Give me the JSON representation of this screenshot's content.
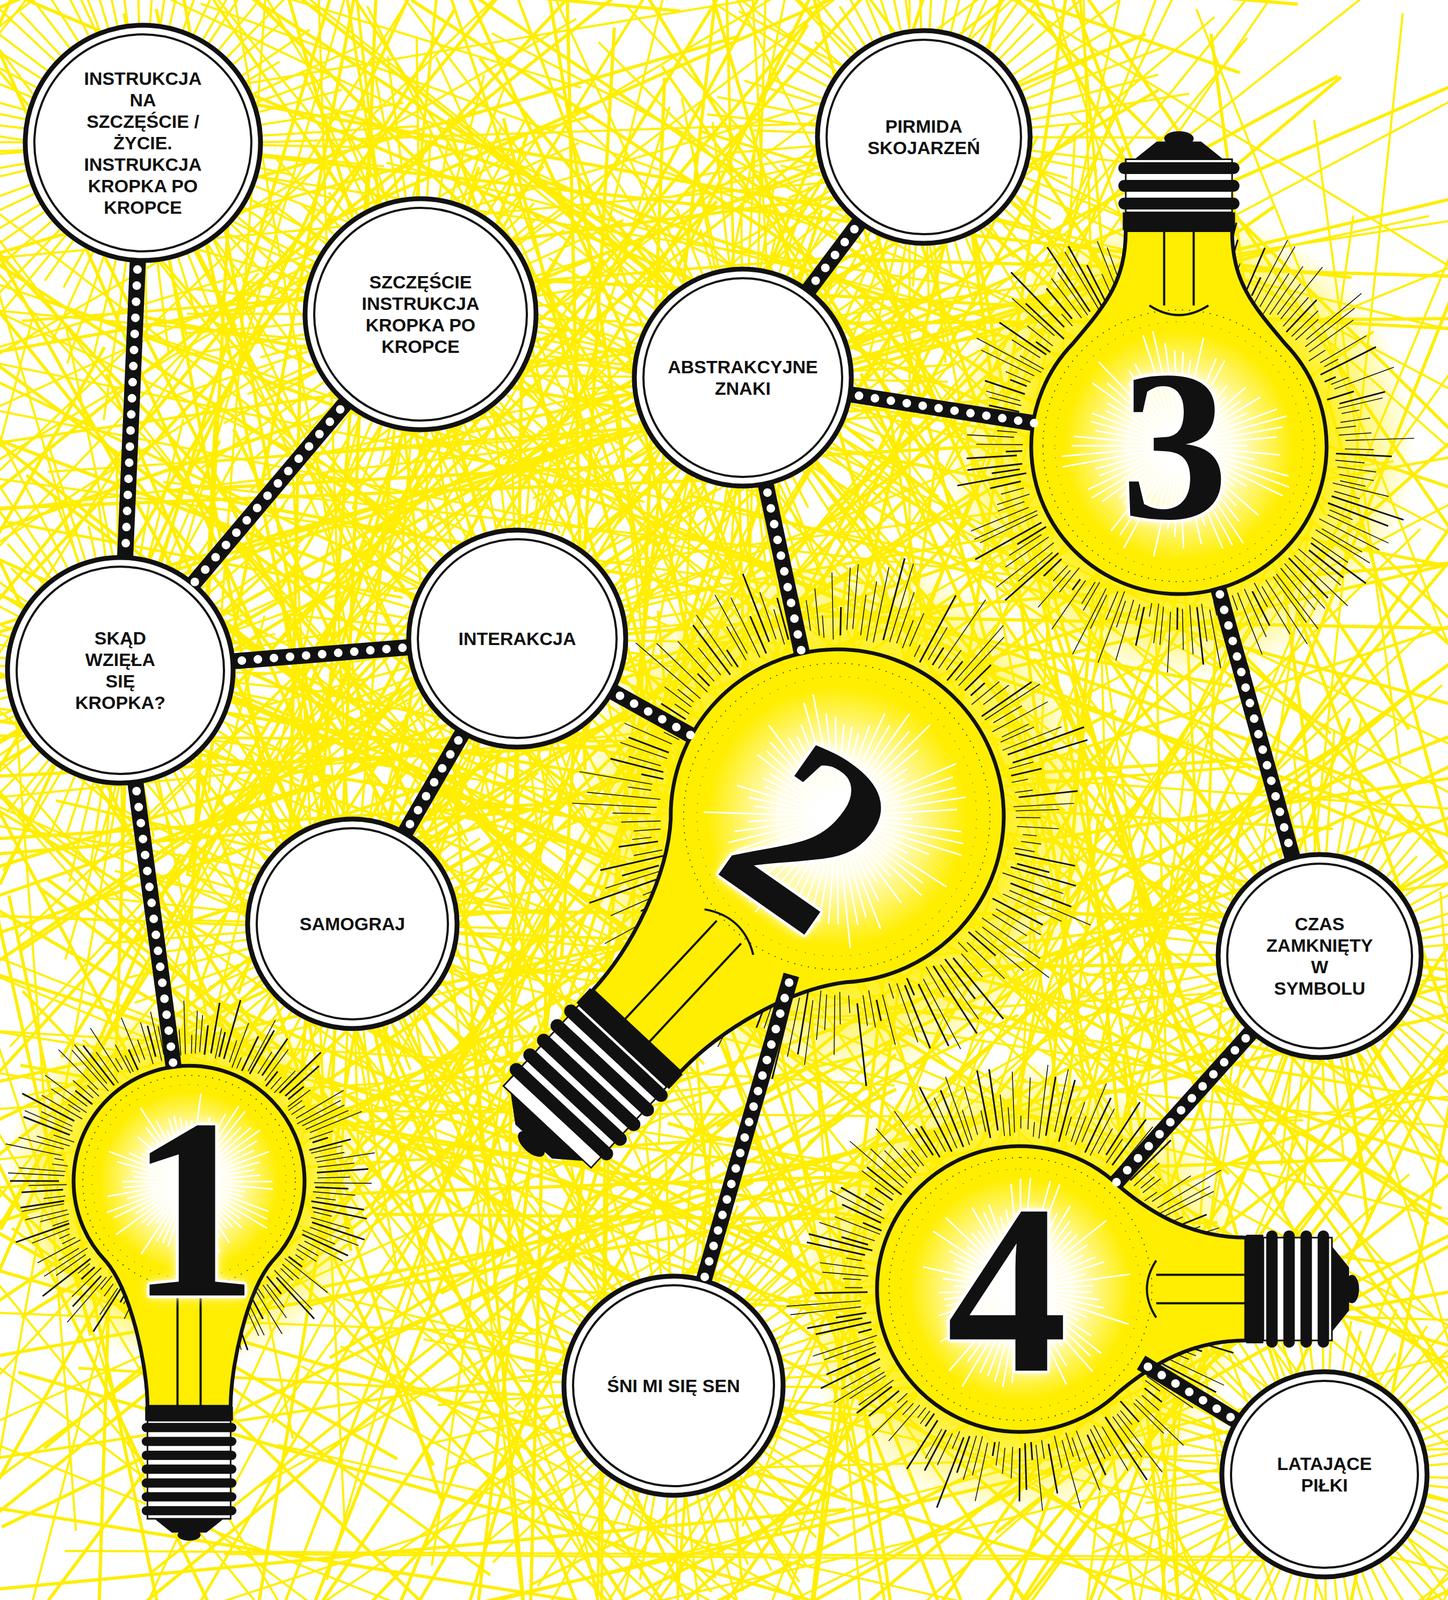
{
  "diagram": {
    "nodes": [
      {
        "text": [
          "INSTRUKCJA NA SZCZĘŚCIE / ŻYCIE. INSTRUKCJA KROPKA PO KROPCE"
        ]
      },
      {
        "text": [
          "PIRMIDA SKOJARZEŃ"
        ]
      },
      {
        "text": [
          "SZCZĘŚCIE INSTRUKCJA KROPKA PO KROPCE"
        ]
      },
      {
        "text": [
          "ABSTRAKCYJNE ZNAKI"
        ]
      },
      {
        "text": [
          "3"
        ]
      },
      {
        "text": [
          "SKĄD WZIĘŁA SIĘ KROPKA?"
        ]
      },
      {
        "text": [
          "INTERAKCJA"
        ]
      },
      {
        "text": [
          "2"
        ]
      },
      {
        "text": [
          "SAMOGRAJ"
        ]
      },
      {
        "text": [
          "CZAS ZAMKNIĘTY W SYMBOLU"
        ]
      },
      {
        "text": [
          "1"
        ]
      },
      {
        "text": [
          "4"
        ]
      },
      {
        "text": [
          "ŚNI MI SIĘ SEN"
        ]
      },
      {
        "text": [
          "LATAJĄCE PIŁKI"
        ]
      }
    ],
    "edges": [
      {
        "from": 0,
        "to": 5,
        "arrow": "none"
      },
      {
        "from": 2,
        "to": 5,
        "arrow": "none"
      },
      {
        "from": 1,
        "to": 3,
        "arrow": "none"
      },
      {
        "from": 3,
        "to": 4,
        "arrow": "none"
      },
      {
        "from": 3,
        "to": 7,
        "arrow": "none"
      },
      {
        "from": 5,
        "to": 6,
        "arrow": "none"
      },
      {
        "from": 5,
        "to": 10,
        "arrow": "none"
      },
      {
        "from": 6,
        "to": 7,
        "arrow": "none"
      },
      {
        "from": 6,
        "to": 8,
        "arrow": "none"
      },
      {
        "from": 4,
        "to": 9,
        "arrow": "none"
      },
      {
        "from": 9,
        "to": 11,
        "arrow": "none"
      },
      {
        "from": 7,
        "to": 12,
        "arrow": "none"
      },
      {
        "from": 11,
        "to": 13,
        "arrow": "none"
      }
    ]
  }
}
